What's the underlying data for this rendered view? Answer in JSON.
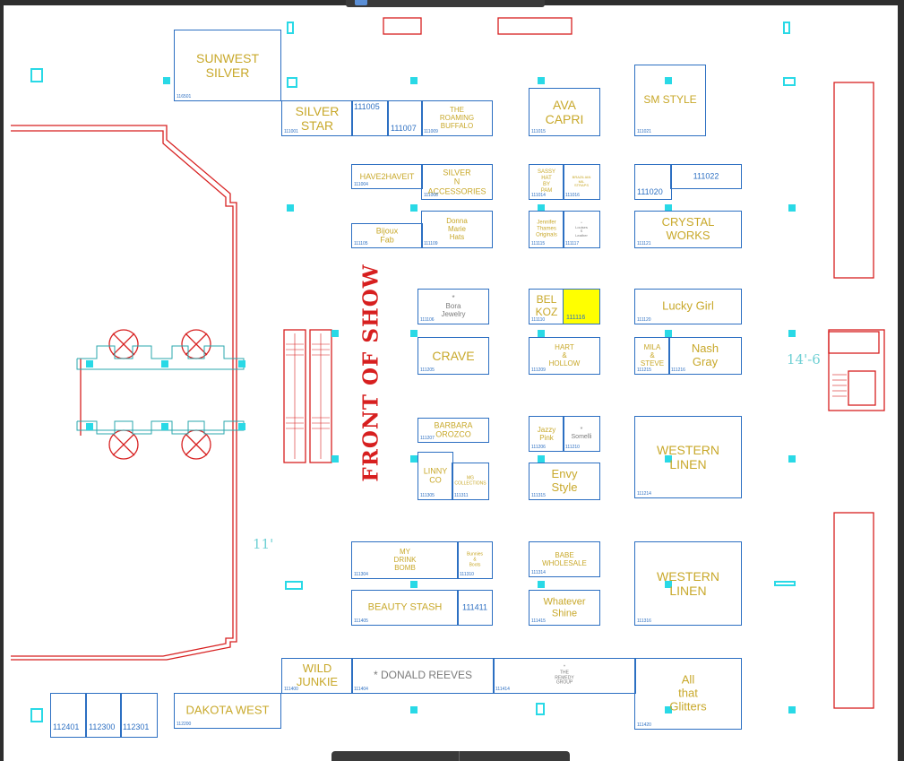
{
  "front_of_show": "FRONT OF SHOW",
  "measurements": {
    "height_label": "14'-6",
    "width_label": "11'"
  },
  "colors": {
    "booth_outline": "#2c6fc2",
    "booth_text": "#c8a82a",
    "walls": "#d71f1f",
    "pillars": "#29d9e6",
    "highlight": "#ffff00"
  },
  "booths": [
    {
      "name": "SUNWEST\nSILVER",
      "number": "116501"
    },
    {
      "name": "SILVER\nSTAR",
      "number": "111001"
    },
    {
      "name": "",
      "number": "111005"
    },
    {
      "name": "",
      "number": "111007"
    },
    {
      "name": "THE\nROAMING\nBUFFALO",
      "number": "111009"
    },
    {
      "name": "AVA\nCAPRI",
      "number": "111015"
    },
    {
      "name": "SM STYLE",
      "number": "111021"
    },
    {
      "name": "HAVE2HAVEIT",
      "number": "111004"
    },
    {
      "name": "SILVER\nN\nACCESSORIES",
      "number": "111008"
    },
    {
      "name": "SASSY\nHAT\nBY\nPAM",
      "number": "111014"
    },
    {
      "name": "BRAZILIAN\nMIL\nSTRAPS",
      "number": "111016"
    },
    {
      "name": "",
      "number": "111020"
    },
    {
      "name": "",
      "number": "111022"
    },
    {
      "name": "Bijoux\nFab",
      "number": "111105"
    },
    {
      "name": "Donna\nMarie\nHats",
      "number": "111109"
    },
    {
      "name": "Jennifer\nThames\nOriginals",
      "number": "111115"
    },
    {
      "name": "*\nLouises\nS\nLeather",
      "number": "111117"
    },
    {
      "name": "CRYSTAL\nWORKS",
      "number": "111121"
    },
    {
      "name": "*\nBora\nJewelry",
      "number": "111106"
    },
    {
      "name": "BEL\nKOZ",
      "number": "111110"
    },
    {
      "name": "",
      "number": "111116"
    },
    {
      "name": "Lucky Girl",
      "number": "111120"
    },
    {
      "name": "CRAVE",
      "number": "111205"
    },
    {
      "name": "HART\n&\nHOLLOW",
      "number": "111209"
    },
    {
      "name": "MILA\n&\nSTEVE",
      "number": "111215"
    },
    {
      "name": "Nash\nGray",
      "number": "111216"
    },
    {
      "name": "BARBARA\nOROZCO",
      "number": "111207"
    },
    {
      "name": "Jazzy\nPink",
      "number": "111206"
    },
    {
      "name": "*\nSomelli",
      "number": "111210"
    },
    {
      "name": "WESTERN\nLINEN",
      "number": "111214"
    },
    {
      "name": "LINNY\nCO",
      "number": "111305"
    },
    {
      "name": "MG\nCOLLECTIONS",
      "number": "111311"
    },
    {
      "name": "Envy\nStyle",
      "number": "111315"
    },
    {
      "name": "MY\nDRINK\nBOMB",
      "number": "111304"
    },
    {
      "name": "Bunnies\n&\nBoots",
      "number": "111310"
    },
    {
      "name": "BABE\nWHOLESALE",
      "number": "111314"
    },
    {
      "name": "WESTERN\nLINEN",
      "number": "111316"
    },
    {
      "name": "BEAUTY STASH",
      "number": "111405"
    },
    {
      "name": "",
      "number": "111411"
    },
    {
      "name": "Whatever\nShine",
      "number": "111415"
    },
    {
      "name": "WILD\nJUNKIE",
      "number": "111400"
    },
    {
      "name": "* DONALD REEVES",
      "number": "111404"
    },
    {
      "name": "*\nTHE\nREMEDY\nGROUP",
      "number": "111414"
    },
    {
      "name": "All\nthat\nGlitters",
      "number": "111420"
    },
    {
      "name": "",
      "number": "112401"
    },
    {
      "name": "",
      "number": "112300"
    },
    {
      "name": "",
      "number": "112301"
    },
    {
      "name": "DAKOTA WEST",
      "number": "112200"
    }
  ]
}
